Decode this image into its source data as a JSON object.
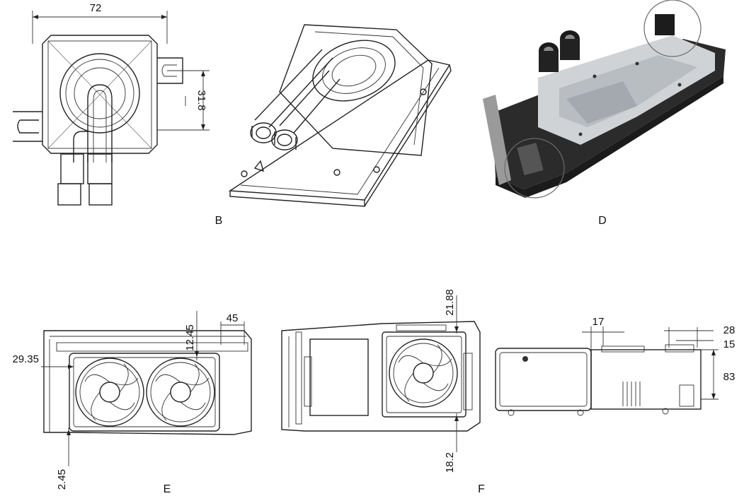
{
  "panels": {
    "top_left": {
      "dim_width": "72",
      "dim_height": "31.8"
    },
    "top_middle": {
      "caption": "B"
    },
    "top_right": {
      "caption": "D"
    },
    "bottom_left": {
      "caption": "E",
      "dim_top_a": "12.45",
      "dim_top_b": "45",
      "dim_left": "29.35",
      "dim_bottom": "2.45"
    },
    "bottom_middle": {
      "caption": "F",
      "dim_top": "21.88",
      "dim_bottom": "18.2"
    },
    "bottom_right": {
      "dim_top": "17",
      "dim_right_a": "28",
      "dim_right_b": "15",
      "dim_right_c": "83"
    }
  },
  "colors": {
    "line": "#222222",
    "background": "#ffffff",
    "photo_pcb": "#2b2b2b",
    "photo_acrylic": "#cfd3d6"
  }
}
